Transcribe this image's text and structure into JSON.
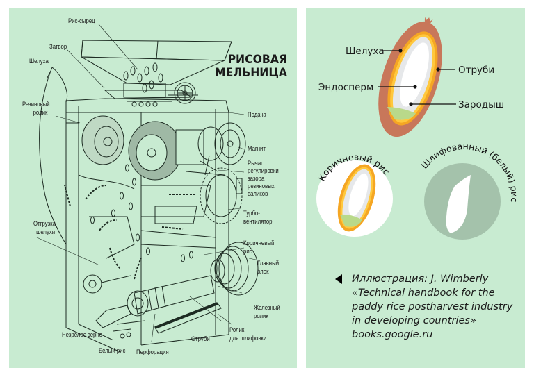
{
  "left_panel": {
    "title_lines": [
      "РИСОВАЯ",
      "МЕЛЬНИЦА"
    ],
    "labels": {
      "paddy_rice": "Рис-сырец",
      "gate": "Затвор",
      "husk": "Шелуха",
      "rubber_roller": [
        "Резиновый",
        "ролик"
      ],
      "feed": "Подача",
      "magnet": "Магнит",
      "lever": [
        "Рычаг",
        "регулировки",
        "зазора",
        "резиновых",
        "валиков"
      ],
      "turbo_fan": [
        "Турбо-",
        "вентилятор"
      ],
      "husk_discharge": [
        "Отгрузка",
        "шелухи"
      ],
      "brown_rice": [
        "Коричневый",
        "рис"
      ],
      "main_block": [
        "Главный",
        "блок"
      ],
      "iron_roller": [
        "Железный",
        "ролик"
      ],
      "polishing_roller": [
        "Ролик",
        "для шлифовки"
      ],
      "immature_grain": "Незрелое зерно",
      "white_rice": "Белый рис",
      "perforation": "Перфорация",
      "bran": "Отруби"
    }
  },
  "right_panel": {
    "grain_labels": {
      "husk": "Шелуха",
      "bran": "Отруби",
      "endosperm": "Эндосперм",
      "germ": "Зародыш"
    },
    "brown_rice_caption": "Коричневый рис",
    "white_rice_caption": "Шлифованный (белый) рис",
    "credit_lines": [
      "Иллюстрация: J. Wimberly",
      "«Technical handbook for the",
      "paddy rice postharvest industry",
      "in developing countries»",
      "books.google.ru"
    ]
  },
  "colors": {
    "background": "#c8ebd1",
    "husk": "#c8775a",
    "bran_outer": "#f5a623",
    "bran_inner": "#ffc83d",
    "endosperm_outer": "#e6e8ea",
    "endosperm_inner": "#ffffff",
    "germ": "#b9d98a",
    "polished_circle": "#a4c2ab"
  }
}
